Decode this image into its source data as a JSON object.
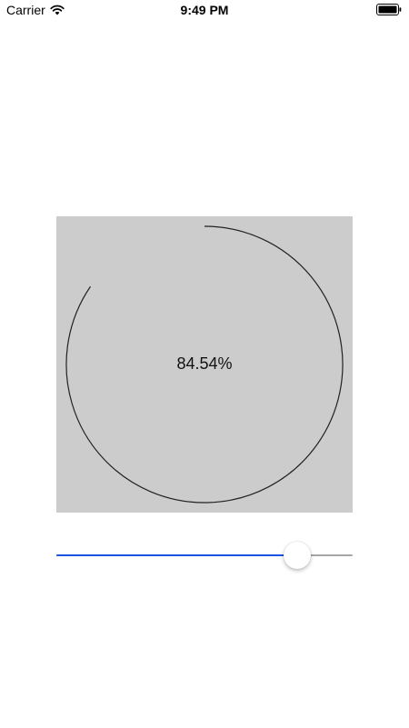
{
  "status_bar": {
    "carrier": "Carrier",
    "time": "9:49 PM",
    "wifi_icon": "wifi-icon",
    "battery_icon": "battery-icon"
  },
  "progress": {
    "value": 0.8454,
    "label": "84.54%",
    "track_color": "#222222",
    "background_color": "#cccccc"
  },
  "slider": {
    "value": 0.8454,
    "min_track_color": "#1a53e0",
    "max_track_color": "#a6a6a6"
  }
}
